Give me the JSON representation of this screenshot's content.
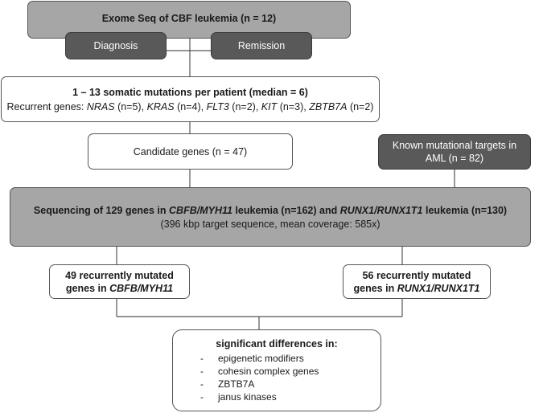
{
  "exome": {
    "title": "Exome Seq of CBF leukemia (n = 12)"
  },
  "diagnosis": {
    "label": "Diagnosis"
  },
  "remission": {
    "label": "Remission"
  },
  "somatic": {
    "line1": "1 – 13 somatic mutations per patient (median = 6)",
    "prefix": "Recurrent genes: ",
    "genes": [
      {
        "gene": "NRAS",
        "count": " (n=5)",
        "sep": ", "
      },
      {
        "gene": "KRAS",
        "count": " (n=4)",
        "sep": ", "
      },
      {
        "gene": "FLT3",
        "count": " (n=2)",
        "sep": ", "
      },
      {
        "gene": "KIT",
        "count": " (n=3)",
        "sep": ", "
      },
      {
        "gene": "ZBTB7A",
        "count": " (n=2)",
        "sep": ""
      }
    ]
  },
  "candidate": {
    "label": "Candidate genes (n = 47)"
  },
  "known": {
    "line1": "Known mutational targets in",
    "line2": "AML (n = 82)"
  },
  "sequencing": {
    "p1": "Sequencing of 129 genes in ",
    "g1": "CBFB/MYH11",
    "p2": " leukemia (n=162) and ",
    "g2": "RUNX1/RUNX1T1",
    "p3": " leukemia (n=130)",
    "line2": "(396 kbp target sequence, mean coverage: 585x)"
  },
  "left_result": {
    "line1": "49 recurrently mutated",
    "prefix": "genes in ",
    "gene": "CBFB/MYH11"
  },
  "right_result": {
    "line1": "56 recurrently mutated",
    "prefix": "genes in ",
    "gene": "RUNX1/RUNX1T1"
  },
  "differences": {
    "title": "significant differences in:",
    "dash": "-",
    "items": [
      "epigenetic modifiers",
      "cohesin complex genes",
      "ZBTB7A",
      "janus kinases"
    ]
  }
}
